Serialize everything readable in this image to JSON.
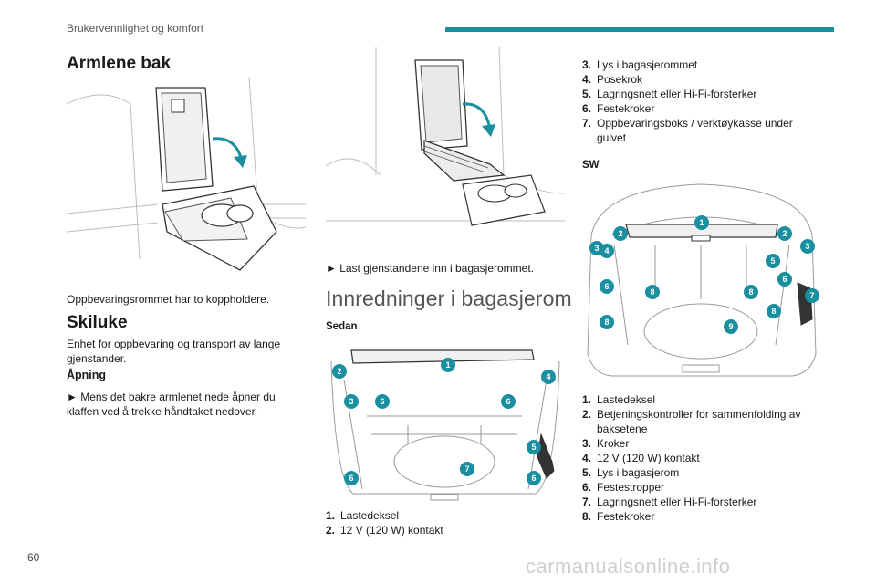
{
  "header": {
    "section": "Brukervennlighet og komfort"
  },
  "armlene": {
    "title": "Armlene bak",
    "caption": "Oppbevaringsrommet har to koppholdere."
  },
  "skiluke": {
    "title": "Skiluke",
    "intro": "Enhet for oppbevaring og transport av lange gjenstander.",
    "apning_title": "Åpning",
    "apning_text": "► Mens det bakre armlenet nede åpner du klaffen ved å trekke håndtaket nedover.",
    "step2_text": "► Last gjenstandene inn i bagasjerommet."
  },
  "innredninger": {
    "title": "Innredninger i bagasjerom",
    "sedan_label": "Sedan",
    "sedan_items": [
      {
        "n": "1.",
        "text": "Lastedeksel"
      },
      {
        "n": "2.",
        "text": "12 V (120 W) kontakt"
      }
    ],
    "sedan_items_cont": [
      {
        "n": "3.",
        "text": "Lys i bagasjerommet"
      },
      {
        "n": "4.",
        "text": "Posekrok"
      },
      {
        "n": "5.",
        "text": "Lagringsnett eller Hi-Fi-forsterker"
      },
      {
        "n": "6.",
        "text": "Festekroker"
      },
      {
        "n": "7.",
        "text": "Oppbevaringsboks / verktøykasse under gulvet"
      }
    ],
    "sw_label": "SW",
    "sw_items": [
      {
        "n": "1.",
        "text": "Lastedeksel"
      },
      {
        "n": "2.",
        "text": "Betjeningskontroller for sammenfolding av baksetene"
      },
      {
        "n": "3.",
        "text": "Kroker"
      },
      {
        "n": "4.",
        "text": "12 V (120 W) kontakt"
      },
      {
        "n": "5.",
        "text": "Lys i bagasjerom"
      },
      {
        "n": "6.",
        "text": "Festestropper"
      },
      {
        "n": "7.",
        "text": "Lagringsnett eller Hi-Fi-forsterker"
      },
      {
        "n": "8.",
        "text": "Festekroker"
      }
    ],
    "sedan_badges": [
      "1",
      "2",
      "3",
      "6",
      "6",
      "4",
      "5",
      "7",
      "6",
      "6"
    ],
    "sw_badges": [
      "1",
      "2",
      "2",
      "3",
      "4",
      "3",
      "5",
      "6",
      "8",
      "8",
      "6",
      "7",
      "8",
      "8",
      "9"
    ]
  },
  "footer": {
    "page_number": "60",
    "watermark": "carmanualsonline.info"
  },
  "colors": {
    "accent": "#1a8fa0"
  }
}
